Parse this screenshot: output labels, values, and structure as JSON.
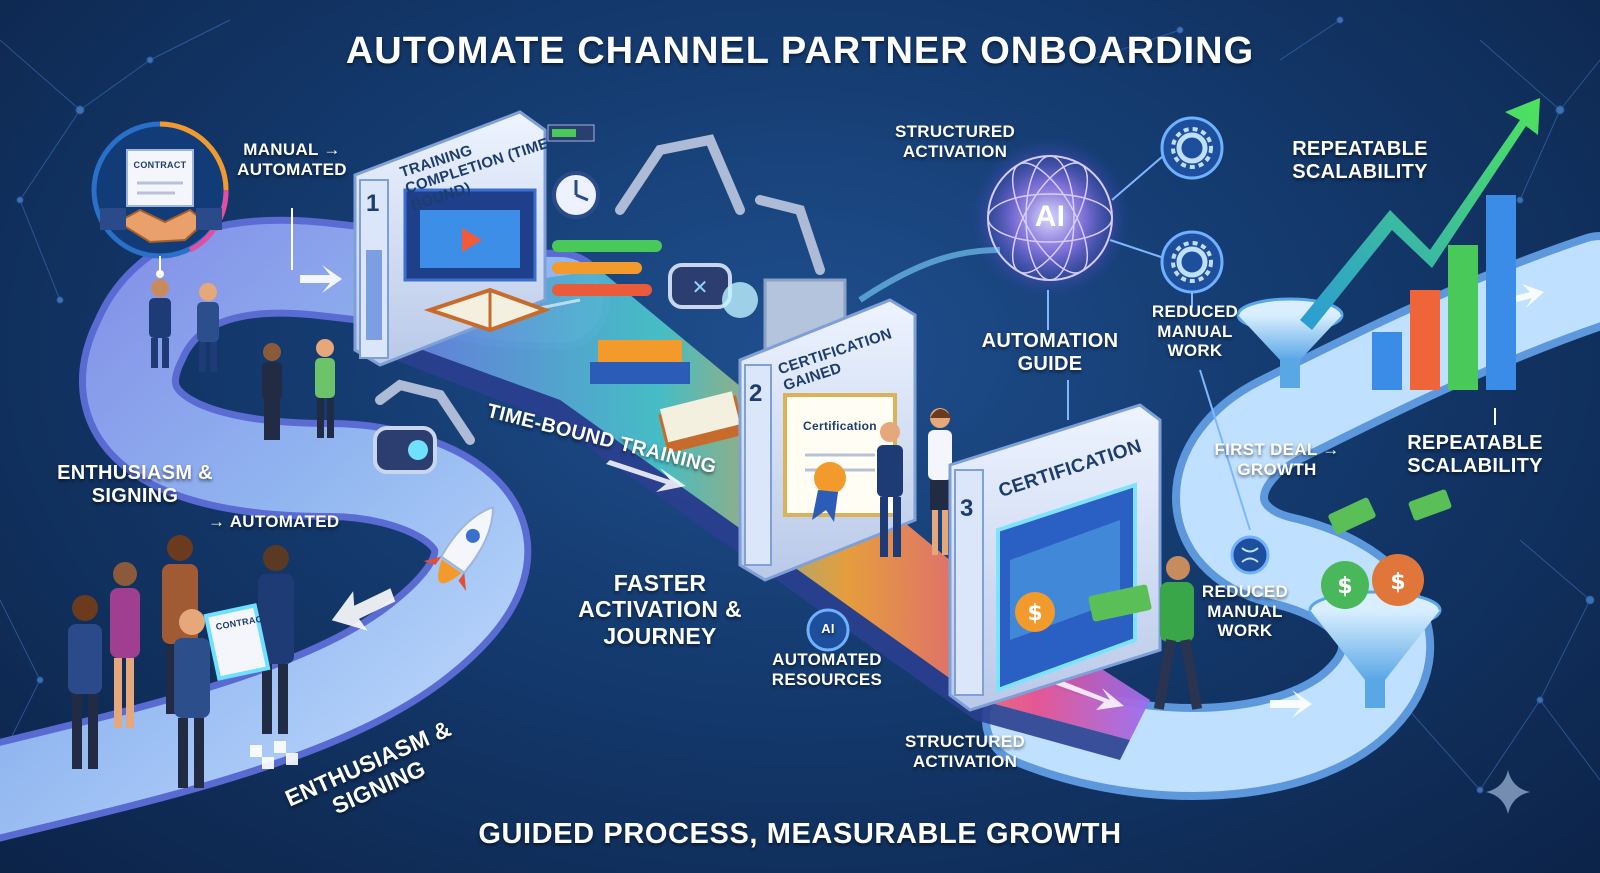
{
  "title": "AUTOMATE CHANNEL PARTNER ONBOARDING",
  "subtitle": "GUIDED PROCESS, MEASURABLE GROWTH",
  "labels": {
    "manual_automated": "MANUAL → AUTOMATED",
    "enthusiasm_signing_left": "ENTHUSIASM & SIGNING",
    "arrow_automated": "→ AUTOMATED",
    "enthusiasm_signing_road": "ENTHUSIASM & SIGNING",
    "time_bound_training": "TIME-BOUND TRAINING",
    "faster_activation": "FASTER ACTIVATION & JOURNEY",
    "structured_activation_top": "STRUCTURED ACTIVATION",
    "automation_guide": "AUTOMATION GUIDE",
    "reduced_manual_work_top": "REDUCED MANUAL WORK",
    "repeatable_scalability_top": "REPEATABLE SCALABILITY",
    "repeatable_scalability_mid": "REPEATABLE SCALABILITY",
    "first_deal_growth": "FIRST DEAL → GROWTH",
    "reduced_manual_work_bottom": "REDUCED MANUAL WORK",
    "automated_resources": "AUTOMATED RESOURCES",
    "structured_activation_bottom": "STRUCTURED ACTIVATION"
  },
  "gates": [
    {
      "number": "1",
      "label": "TRAINING COMPLETION (TIME BOUND)"
    },
    {
      "number": "2",
      "label": "CERTIFICATION GAINED"
    },
    {
      "number": "3",
      "label": "CERTIFICATION"
    }
  ],
  "documents": {
    "contract_top": "CONTRACT",
    "contract_crowd": "CONTRACT",
    "certificate": "Certification"
  },
  "ai_badge": "AI",
  "small_ai_badge": "AI",
  "colors": {
    "background": "#143a6e",
    "road": "#8fa8ea",
    "growth_arrow": "#39d353",
    "accent_orange": "#f39a2c",
    "accent_pink": "#e14fa1",
    "ai_glow": "#a78bfa"
  },
  "icons": [
    "handshake-icon",
    "play-icon",
    "clock-icon",
    "gear-icon",
    "rocket-icon",
    "dollar-icon",
    "ribbon-icon",
    "funnel-icon",
    "growth-arrow-icon",
    "sparkle-icon"
  ]
}
